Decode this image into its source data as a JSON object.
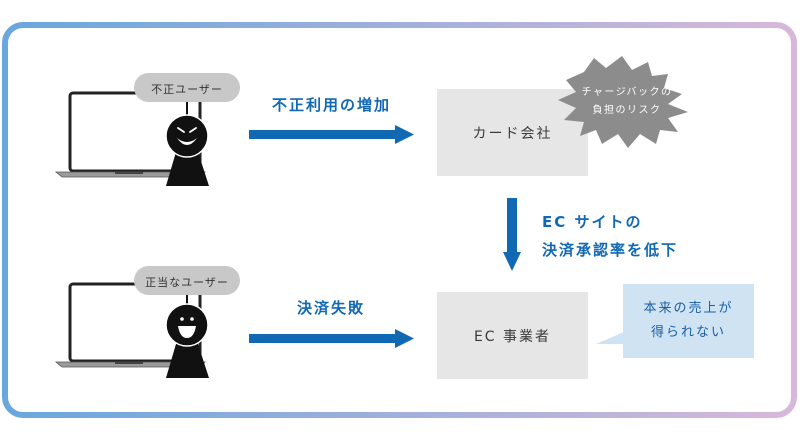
{
  "colors": {
    "frame_left": "#69a7dc",
    "frame_right": "#d8b8da",
    "arrow": "#1168b3",
    "box_fill": "#e6e6e6",
    "speech_bubble": "#c8c8c8",
    "burst_fill": "#8c8c8c",
    "callout_fill": "#cfe3f2",
    "callout_text": "#1a5ea5",
    "figure": "#111111"
  },
  "actors": [
    {
      "id": "fraud",
      "bubble_label": "不正ユーザー",
      "face": "evil-grin"
    },
    {
      "id": "legit",
      "bubble_label": "正当なユーザー",
      "face": "happy-smile"
    }
  ],
  "flows": {
    "fraud_arrow_label": "不正利用の増加",
    "legit_arrow_label": "決済失敗",
    "down_arrow_label_line1": "EC サイトの",
    "down_arrow_label_line2": "決済承認率を低下"
  },
  "entities": {
    "card_company": "カード会社",
    "ec_business": "EC 事業者"
  },
  "annotations": {
    "chargeback_line1": "チャージバックの",
    "chargeback_line2": "負担のリスク",
    "lost_sales_line1": "本来の売上が",
    "lost_sales_line2": "得られない"
  }
}
